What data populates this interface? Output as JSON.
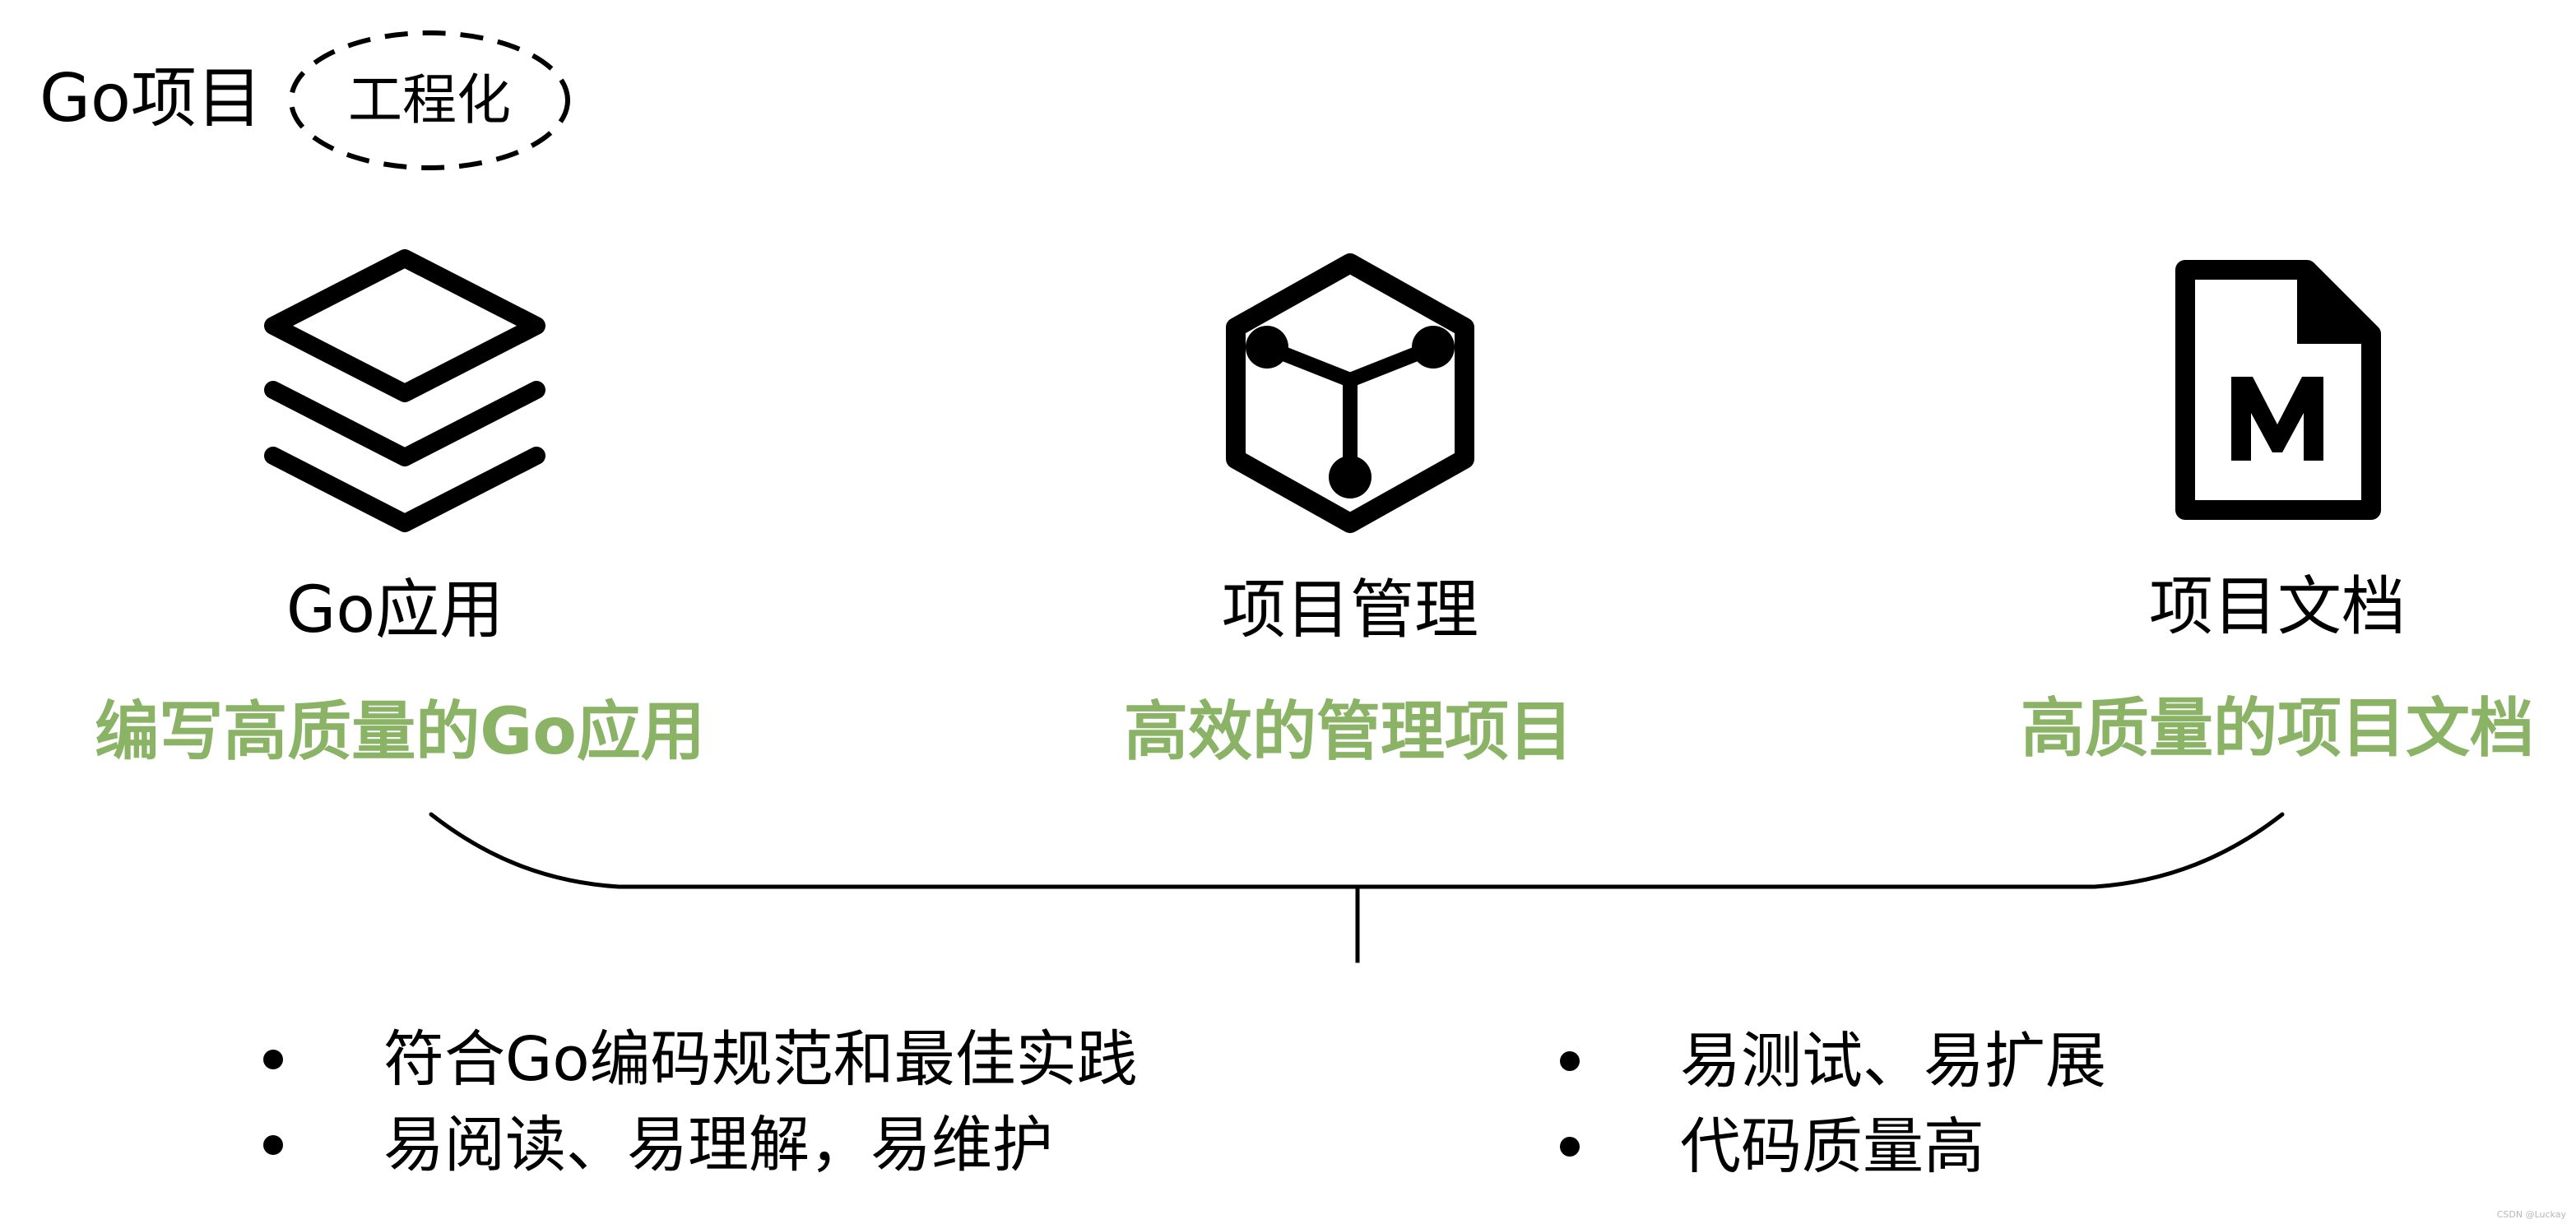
{
  "header": {
    "title": "Go项目",
    "tag": "工程化"
  },
  "columns": [
    {
      "icon": "layers-icon",
      "label": "Go应用",
      "subtitle": "编写高质量的Go应用"
    },
    {
      "icon": "cube-nodes-icon",
      "label": "项目管理",
      "subtitle": "高效的管理项目"
    },
    {
      "icon": "markdown-file-icon",
      "label": "项目文档",
      "subtitle": "高质量的项目文档"
    }
  ],
  "bullets": {
    "left": [
      "符合Go编码规范和最佳实践",
      "易阅读、易理解，易维护"
    ],
    "right": [
      "易测试、易扩展",
      "代码质量高"
    ]
  },
  "watermark": "CSDN @Luckay",
  "colors": {
    "accent_green": "#8ab365",
    "text": "#000000",
    "icon": "#000000",
    "watermark": "#b7b7b7"
  }
}
